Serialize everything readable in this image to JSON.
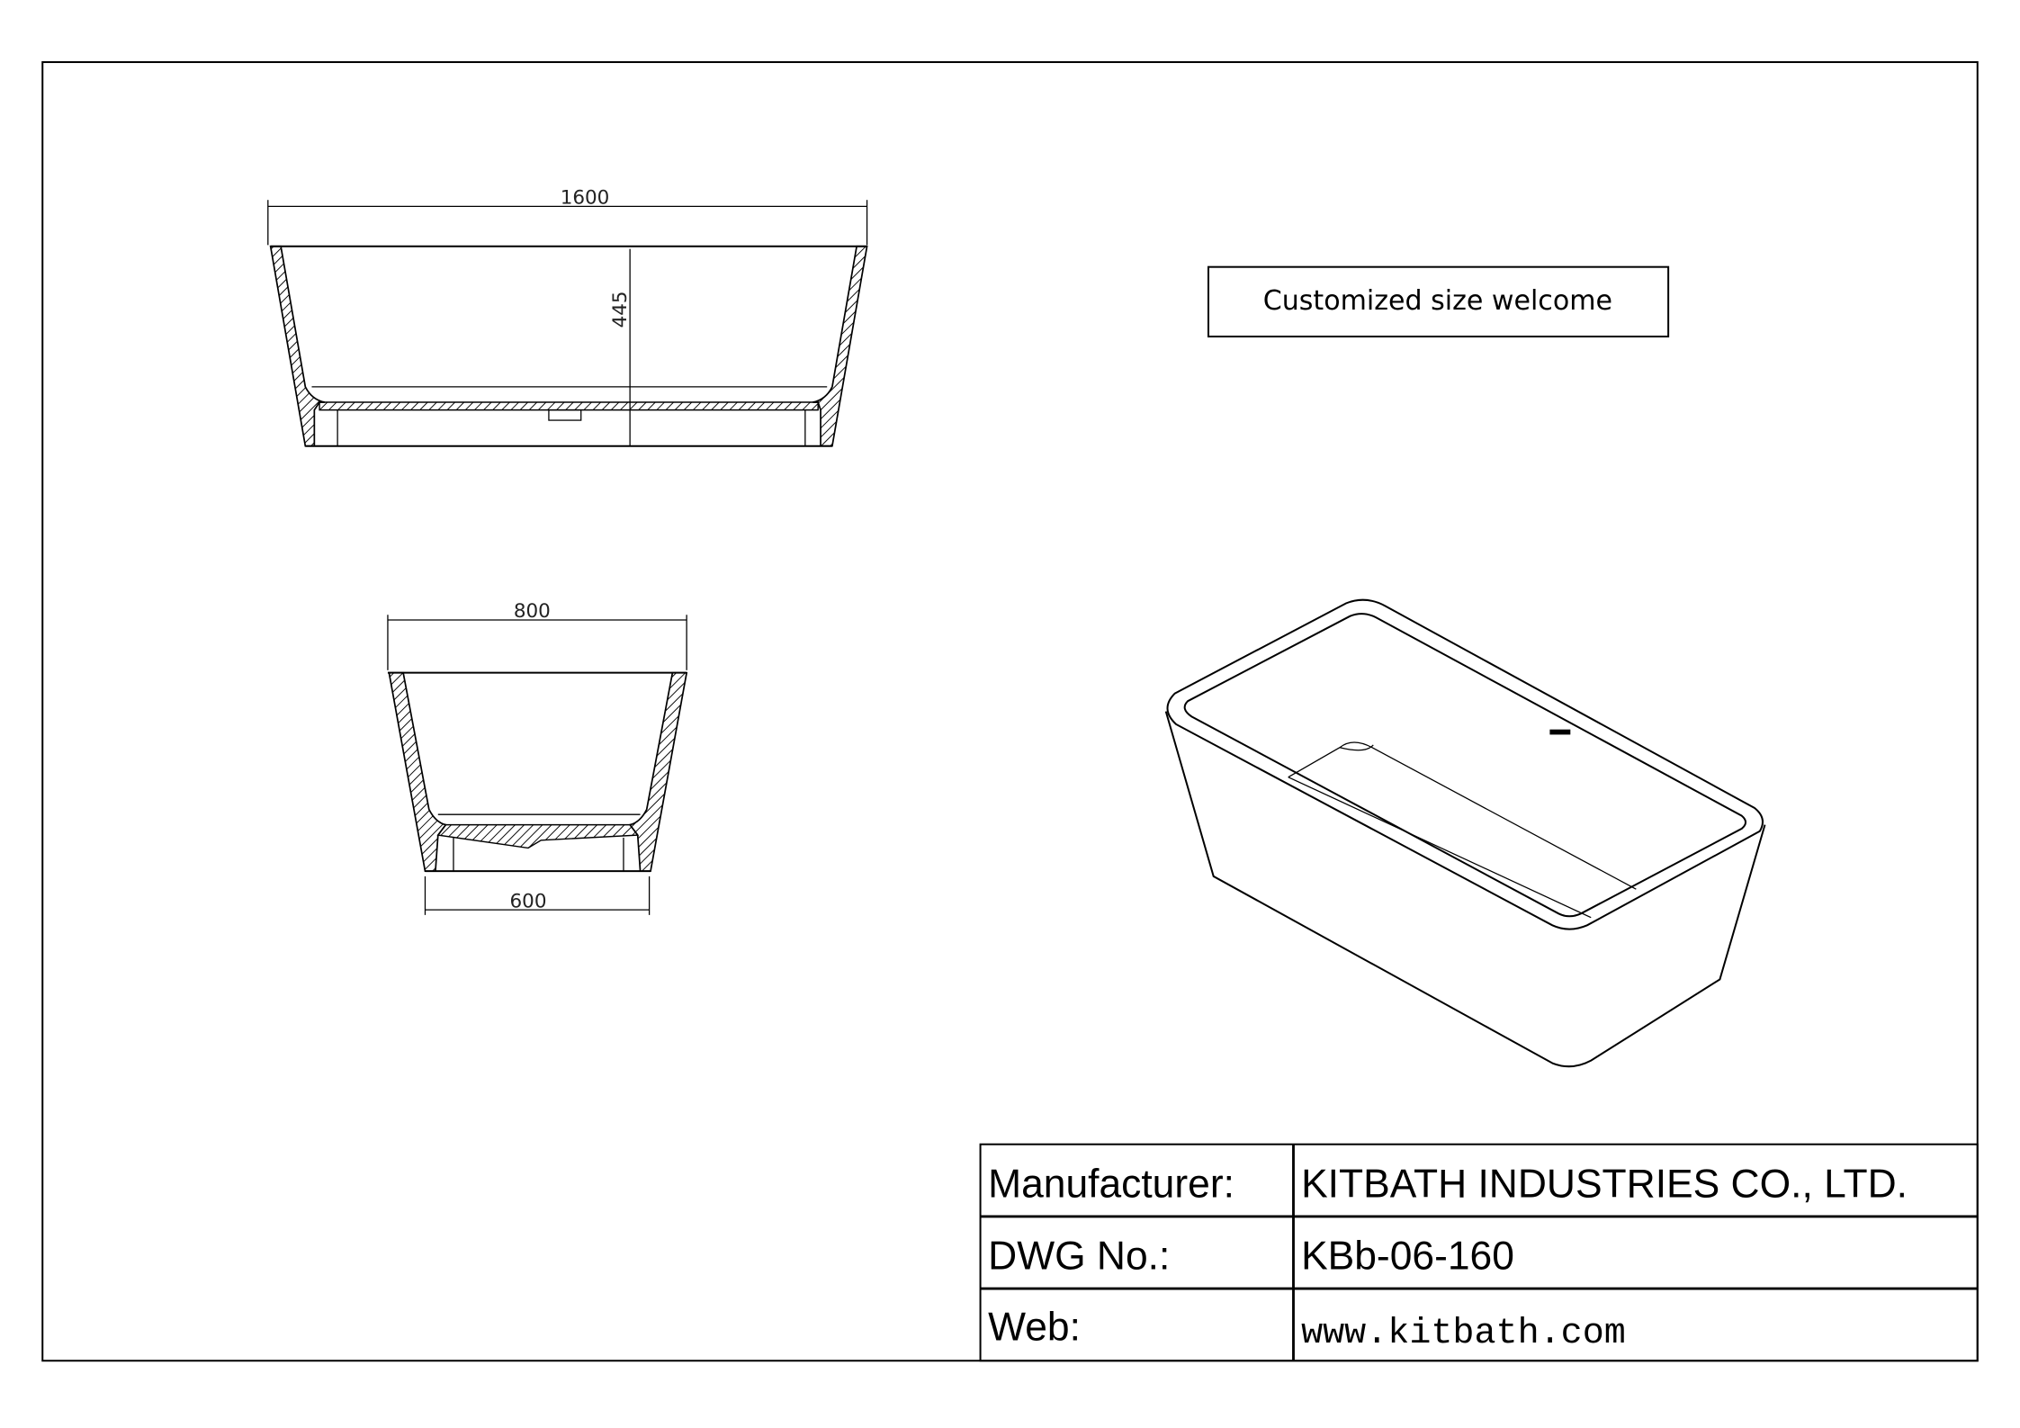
{
  "drawing": {
    "side_view": {
      "length": "1600",
      "height": "445"
    },
    "end_view": {
      "top_width": "800",
      "base_width": "600"
    },
    "note": "Customized size welcome"
  },
  "title_block": {
    "rows": [
      {
        "label": "Manufacturer:",
        "value": "KITBATH INDUSTRIES CO., LTD."
      },
      {
        "label": "DWG No.:",
        "value": "KBb-06-160"
      },
      {
        "label": "Web:",
        "value": "www.kitbath.com"
      }
    ]
  }
}
